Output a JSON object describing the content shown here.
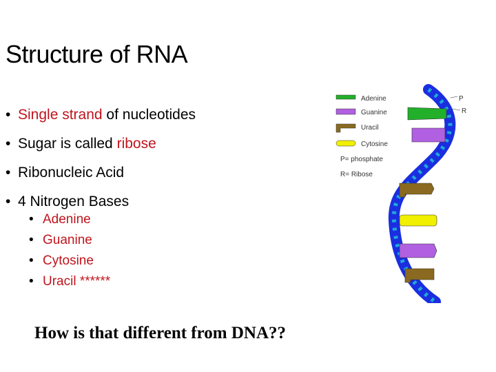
{
  "slide": {
    "title": "Structure of RNA",
    "bullets": [
      {
        "highlight": "Single strand",
        "rest": " of nucleotides"
      },
      {
        "plain": "Sugar is called ",
        "highlight": "ribose"
      },
      {
        "plain": "Ribonucleic Acid"
      },
      {
        "plain": "4 Nitrogen Bases"
      }
    ],
    "sub_bullets": [
      "Adenine",
      "Guanine",
      "Cytosine",
      "Uracil ******"
    ],
    "question": "How is that different from DNA??"
  },
  "figure": {
    "legend": [
      "Adenine",
      "Guanine",
      "Uracil",
      "Cytosine",
      "P= phosphate",
      "R= Ribose"
    ],
    "strand_labels": [
      "P",
      "R"
    ],
    "colors": {
      "adenine": "#22b02a",
      "guanine": "#b060e0",
      "uracil": "#8a6a20",
      "cytosine": "#f0f000",
      "backbone": "#1a2ee0",
      "phosphate": "#20a8d8"
    }
  }
}
